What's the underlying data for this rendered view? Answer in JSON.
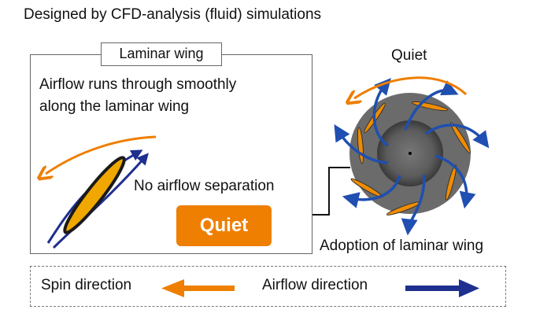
{
  "title": "Designed by CFD-analysis (fluid) simulations",
  "laminar_panel": {
    "tag": "Laminar wing",
    "description_line1": "Airflow runs through smoothly",
    "description_line2": "along the laminar wing",
    "annotation": "No airflow separation",
    "badge": "Quiet"
  },
  "fan": {
    "label_top": "Quiet",
    "label_bottom": "Adoption of laminar wing",
    "icon": "fan-impeller-icon"
  },
  "legend": {
    "spin_label": "Spin direction",
    "airflow_label": "Airflow direction"
  },
  "colors": {
    "spin_orange": "#ee7f00",
    "airflow_blue": "#1f2f8f",
    "wing_fill": "#f0a000",
    "fan_gray": "#6b6b6b"
  }
}
